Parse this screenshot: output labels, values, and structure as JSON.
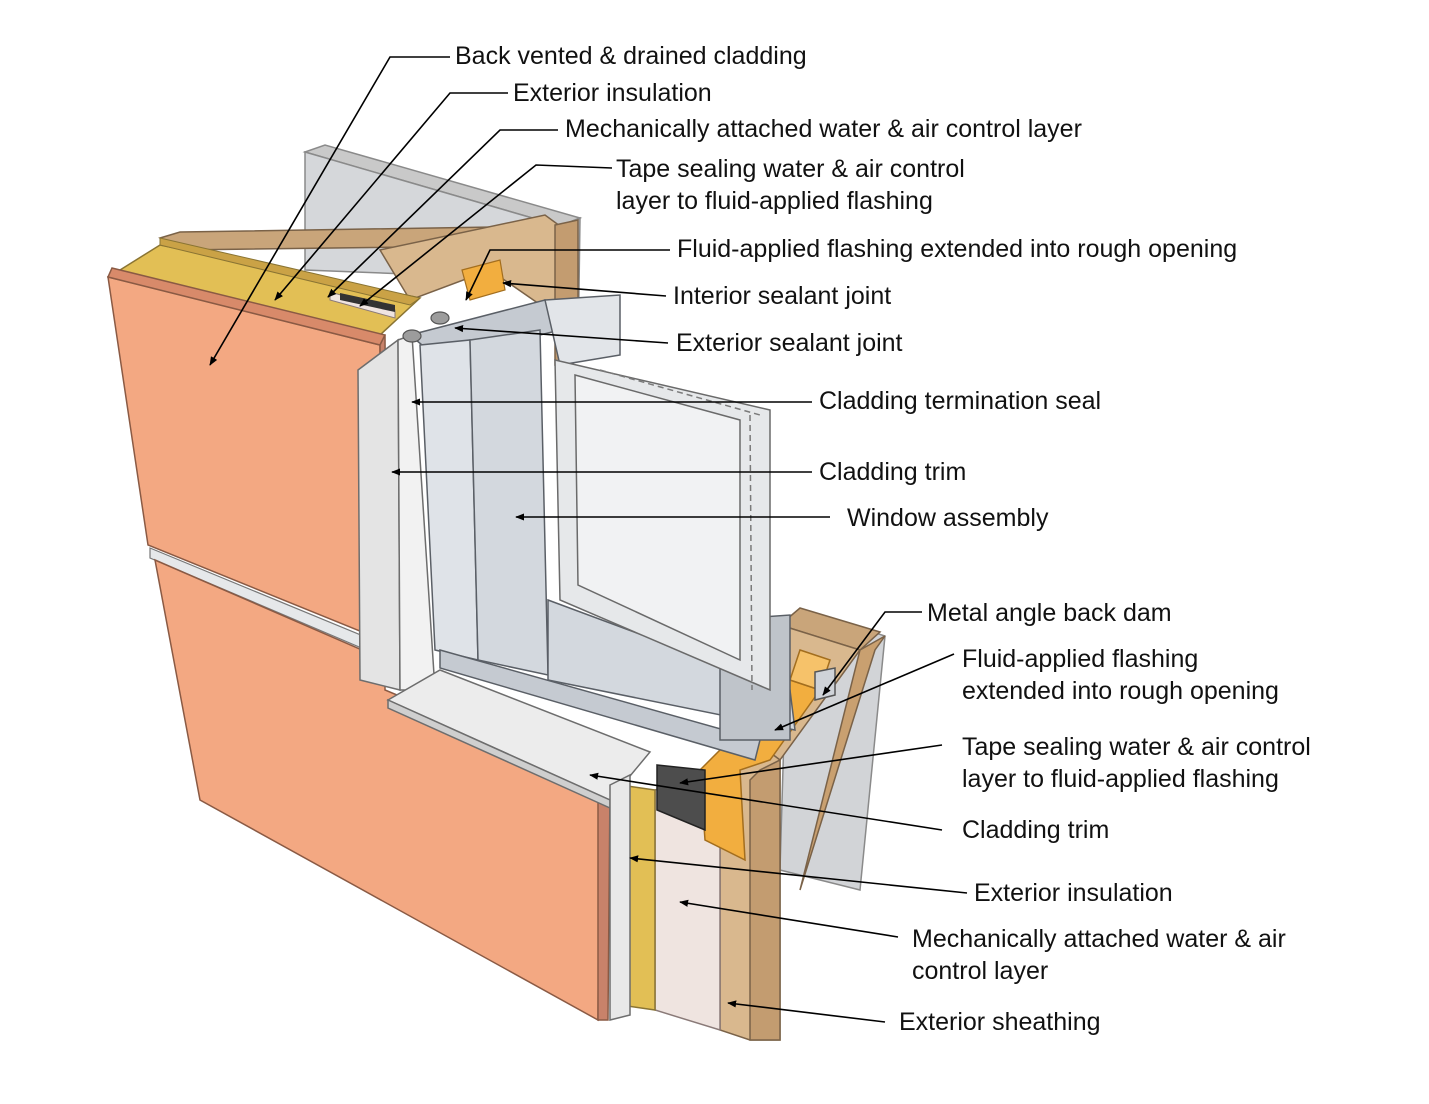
{
  "diagram": {
    "labels": [
      {
        "id": "back-vented-cladding",
        "lines": [
          "Back vented & drained cladding"
        ]
      },
      {
        "id": "exterior-insulation-top",
        "lines": [
          "Exterior insulation"
        ]
      },
      {
        "id": "wacl-top",
        "lines": [
          "Mechanically attached water & air control layer"
        ]
      },
      {
        "id": "tape-sealing-top",
        "lines": [
          "Tape sealing water & air control",
          "layer to fluid-applied flashing"
        ]
      },
      {
        "id": "fluid-flashing-top",
        "lines": [
          "Fluid-applied flashing extended into rough opening"
        ]
      },
      {
        "id": "interior-sealant",
        "lines": [
          "Interior sealant joint"
        ]
      },
      {
        "id": "exterior-sealant",
        "lines": [
          "Exterior sealant joint"
        ]
      },
      {
        "id": "termination-seal",
        "lines": [
          "Cladding termination seal"
        ]
      },
      {
        "id": "cladding-trim-top",
        "lines": [
          "Cladding trim"
        ]
      },
      {
        "id": "window-assembly",
        "lines": [
          "Window assembly"
        ]
      },
      {
        "id": "back-dam",
        "lines": [
          "Metal angle back dam"
        ]
      },
      {
        "id": "fluid-flashing-bottom",
        "lines": [
          "Fluid-applied flashing",
          "extended into rough opening"
        ]
      },
      {
        "id": "tape-sealing-bottom",
        "lines": [
          "Tape sealing water & air control",
          "layer to fluid-applied flashing"
        ]
      },
      {
        "id": "cladding-trim-bottom",
        "lines": [
          "Cladding trim"
        ]
      },
      {
        "id": "exterior-insulation-bottom",
        "lines": [
          "Exterior insulation"
        ]
      },
      {
        "id": "wacl-bottom",
        "lines": [
          "Mechanically attached water & air",
          "control layer"
        ]
      },
      {
        "id": "exterior-sheathing",
        "lines": [
          "Exterior sheathing"
        ]
      }
    ],
    "colors": {
      "cladding": "#f3a882",
      "cladding_edge": "#d88a6a",
      "insulation": "#e2bf55",
      "sheathing": "#d9b88e",
      "sheathing_dark": "#c9a070",
      "membrane": "#efe4e0",
      "flashing": "#f2ae3f",
      "tape": "#555555",
      "window_frame": "#dfe3e8",
      "glass": "#e6e8ea",
      "trim": "#e8e8e8",
      "interior_wall": "#d8d8d8",
      "leader": "#000000"
    }
  }
}
